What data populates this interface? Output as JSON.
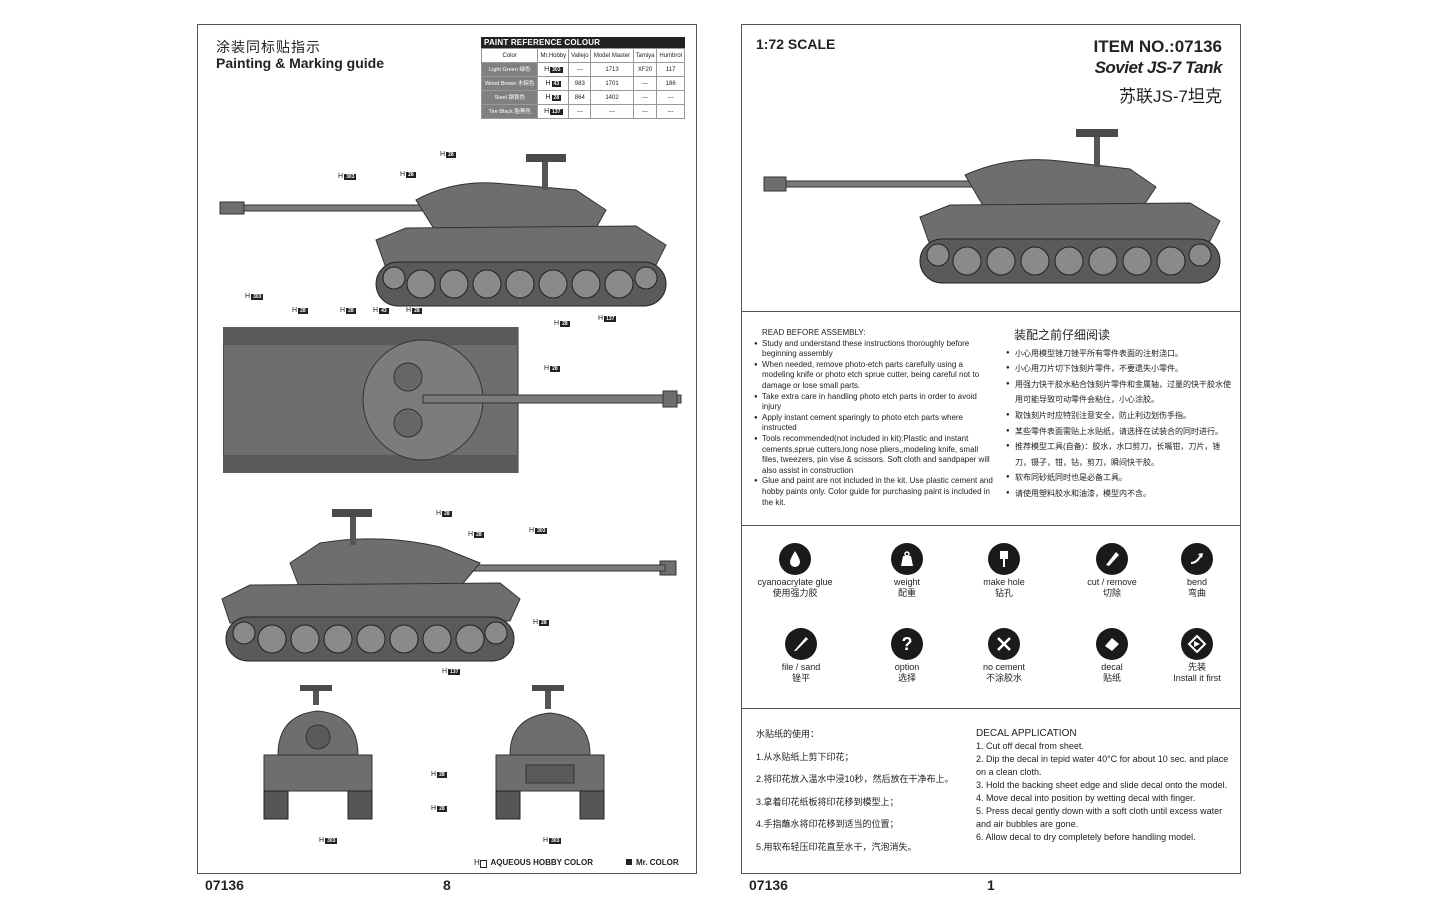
{
  "left_page": {
    "title_cn": "涂装同标贴指示",
    "title_en": "Painting & Marking guide",
    "paint_table": {
      "title": "PAINT  REFERENCE COLOUR",
      "headers": [
        "Color",
        "Mr.Hobby",
        "Vallejo",
        "Model Master",
        "Tamiya",
        "Humbrol"
      ],
      "rows": [
        {
          "name": "Light Green 绿色",
          "h": "H",
          "h_num": "303",
          "vallejo": "---",
          "model_master": "1713",
          "tamiya": "XF20",
          "humbrol": "117"
        },
        {
          "name": "Wood Brown 木棕色",
          "h": "H",
          "h_num": "43",
          "vallejo": "983",
          "model_master": "1701",
          "tamiya": "---",
          "humbrol": "186"
        },
        {
          "name": "Steel 钢铁色",
          "h": "H",
          "h_num": "28",
          "vallejo": "864",
          "model_master": "1402",
          "tamiya": "---",
          "humbrol": "---"
        },
        {
          "name": "Tire Black 胎黑色",
          "h": "H",
          "h_num": "137",
          "vallejo": "---",
          "model_master": "---",
          "tamiya": "---",
          "humbrol": "---"
        }
      ]
    },
    "callouts": {
      "c1": {
        "h": "H",
        "num": "28"
      },
      "c2": {
        "h": "H",
        "num": "303"
      },
      "c3": {
        "h": "H",
        "num": "28"
      },
      "c4": {
        "h": "H",
        "num": "28"
      },
      "c5": {
        "h": "H",
        "num": "137"
      },
      "c6": {
        "h": "H",
        "num": "303"
      },
      "c7": {
        "h": "H",
        "num": "28"
      },
      "c8": {
        "h": "H",
        "num": "28"
      },
      "c9": {
        "h": "H",
        "num": "43"
      },
      "c10": {
        "h": "H",
        "num": "28"
      },
      "c11": {
        "h": "H",
        "num": "28"
      },
      "c12": {
        "h": "H",
        "num": "28"
      },
      "c13": {
        "h": "H",
        "num": "28"
      },
      "c14": {
        "h": "H",
        "num": "303"
      },
      "c15": {
        "h": "H",
        "num": "28"
      },
      "c16": {
        "h": "H",
        "num": "137"
      },
      "c17": {
        "h": "H",
        "num": "28"
      },
      "c18": {
        "h": "H",
        "num": "28"
      },
      "c19": {
        "h": "H",
        "num": "303"
      },
      "c20": {
        "h": "H",
        "num": "303"
      }
    },
    "legend_aqueous": "AQUEOUS HOBBY COLOR",
    "legend_mr": "Mr. COLOR",
    "footer_code": "07136",
    "footer_page": "8",
    "colors": {
      "tank": "#6e6e6e",
      "tank_dark": "#4a4a4a",
      "tank_light": "#8a8a8a"
    }
  },
  "right_page": {
    "scale": "1:72 SCALE",
    "item_no": "ITEM NO.:07136",
    "name_en": "Soviet JS-7 Tank",
    "name_cn": "苏联JS-7坦克",
    "assembly_title": "READ BEFORE ASSEMBLY:",
    "assembly_items": [
      "Study and understand these instructions thoroughly before beginning assembly",
      "When needed, remove photo-etch parts carefully using a modeling knife or photo etch sprue cutter, being careful not to damage or lose small parts.",
      "Take extra care in handling photo etch parts in order to avoid injury",
      "Apply instant cement sparingly to photo etch parts where instructed",
      "Tools recommended(not included in kit):Plastic and instant cements,sprue cutters,long nose pliers,,modeling knife, small files, tweezers, pin vise & scissors. Soft cloth and sandpaper will also assist in construction",
      "Glue and paint are not included in the kit. Use plastic cement and hobby paints only. Color guide for purchasing paint is included in the kit."
    ],
    "assembly_title_cn": "装配之前仔细阅读",
    "assembly_items_cn": [
      "小心用模型锉刀锉平所有零件表面的注射浇口。",
      "小心用刀片切下蚀刻片零件，不要遗失小零件。",
      "用强力快干胶水粘合蚀刻片零件和金属轴，过量的快干胶水使用可能导致可动零件会粘住，小心涂胶。",
      "取蚀刻片时应特别注意安全，防止利边划伤手指。",
      "某些零件表面需贴上水贴纸，请选择在试装合的同时进行。",
      "推荐模型工具(自备)：胶水，水口剪刀，长嘴钳，刀片，锉刀，镊子，钳，钻，剪刀，瞬间快干胶。",
      "软布同砂纸同时也是必备工具。",
      "请使用塑料胶水和油漆，模型内不含。"
    ],
    "symbols": [
      {
        "label_en": "cyanoacrylate glue",
        "label_cn": "使用强力胶",
        "icon": "glue-drop-icon"
      },
      {
        "label_en": "weight",
        "label_cn": "配重",
        "icon": "weight-icon"
      },
      {
        "label_en": "make hole",
        "label_cn": "钻孔",
        "icon": "drill-icon"
      },
      {
        "label_en": "cut / remove",
        "label_cn": "切除",
        "icon": "cut-icon"
      },
      {
        "label_en": "bend",
        "label_cn": "弯曲",
        "icon": "bend-icon"
      },
      {
        "label_en": "file / sand",
        "label_cn": "锉平",
        "icon": "file-icon"
      },
      {
        "label_en": "option",
        "label_cn": "选择",
        "icon": "question-icon"
      },
      {
        "label_en": "no cement",
        "label_cn": "不涂胶水",
        "icon": "no-cement-icon"
      },
      {
        "label_en": "decal",
        "label_cn": "贴纸",
        "icon": "decal-icon"
      },
      {
        "label_en": "Install it first",
        "label_cn": "先装",
        "icon": "install-first-icon"
      }
    ],
    "decal_title_cn": "水贴纸的使用：",
    "decal_steps_cn": [
      "1.从水贴纸上剪下印花；",
      "2.将印花放入温水中浸10秒，然后放在干净布上。",
      "3.拿着印花纸板将印花移到模型上；",
      "4.手指蘸水将印花移到适当的位置；",
      "5.用软布轻压印花直至水干，汽泡消失。"
    ],
    "decal_title_en": "DECAL APPLICATION",
    "decal_steps_en": [
      "1. Cut off decal from sheet.",
      "2. Dip the decal in tepid water 40°C for about 10 sec. and place on a clean cloth.",
      "3. Hold the backing sheet edge and slide decal onto the model.",
      "4. Move decal into position by wetting decal with finger.",
      "5. Press decal gently down with a soft cloth until excess water and air bubbles are gone.",
      "6. Allow decal to dry completely before handling model."
    ],
    "footer_code": "07136",
    "footer_page": "1"
  }
}
